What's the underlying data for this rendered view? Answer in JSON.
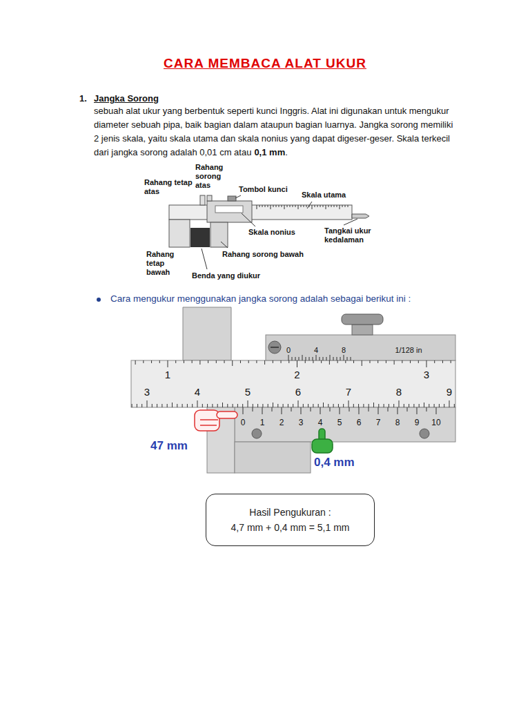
{
  "diagram": {
    "title": "CARA MEMBACA ALAT UKUR",
    "nodes": [
      {
        "text": [
          "Hasil Pengukuran :",
          "4,7 mm + 0,4 mm = 5,1 mm"
        ]
      }
    ],
    "labels": [
      "1.",
      "Jangka Sorong",
      "sebuah alat ukur yang berbentuk seperti kunci Inggris. Alat ini digunakan untuk mengukur diameter sebuah pipa, baik bagian dalam ataupun bagian luarnya. Jangka sorong memiliki 2 jenis skala, yaitu skala utama dan skala nonius yang dapat digeser-geser. Skala terkecil dari jangka sorong adalah 0,01 cm atau",
      "0,1 mm",
      ".",
      "Rahang tetap atas",
      "Rahang sorong atas",
      "Tombol kunci",
      "Skala utama",
      "Skala nonius",
      "Tangkai ukur kedalaman",
      "Rahang sorong bawah",
      "Rahang tetap bawah",
      "Benda yang diukur",
      "Cara mengukur menggunakan jangka sorong adalah sebagai berikut ini :",
      "0",
      "4",
      "8",
      "1/128 in",
      "1",
      "2",
      "3",
      "3",
      "4",
      "5",
      "6",
      "7",
      "8",
      "9",
      "0",
      "1",
      "2",
      "3",
      "4",
      "5",
      "6",
      "7",
      "8",
      "9",
      "10",
      "47 mm",
      "0,4 mm"
    ]
  }
}
